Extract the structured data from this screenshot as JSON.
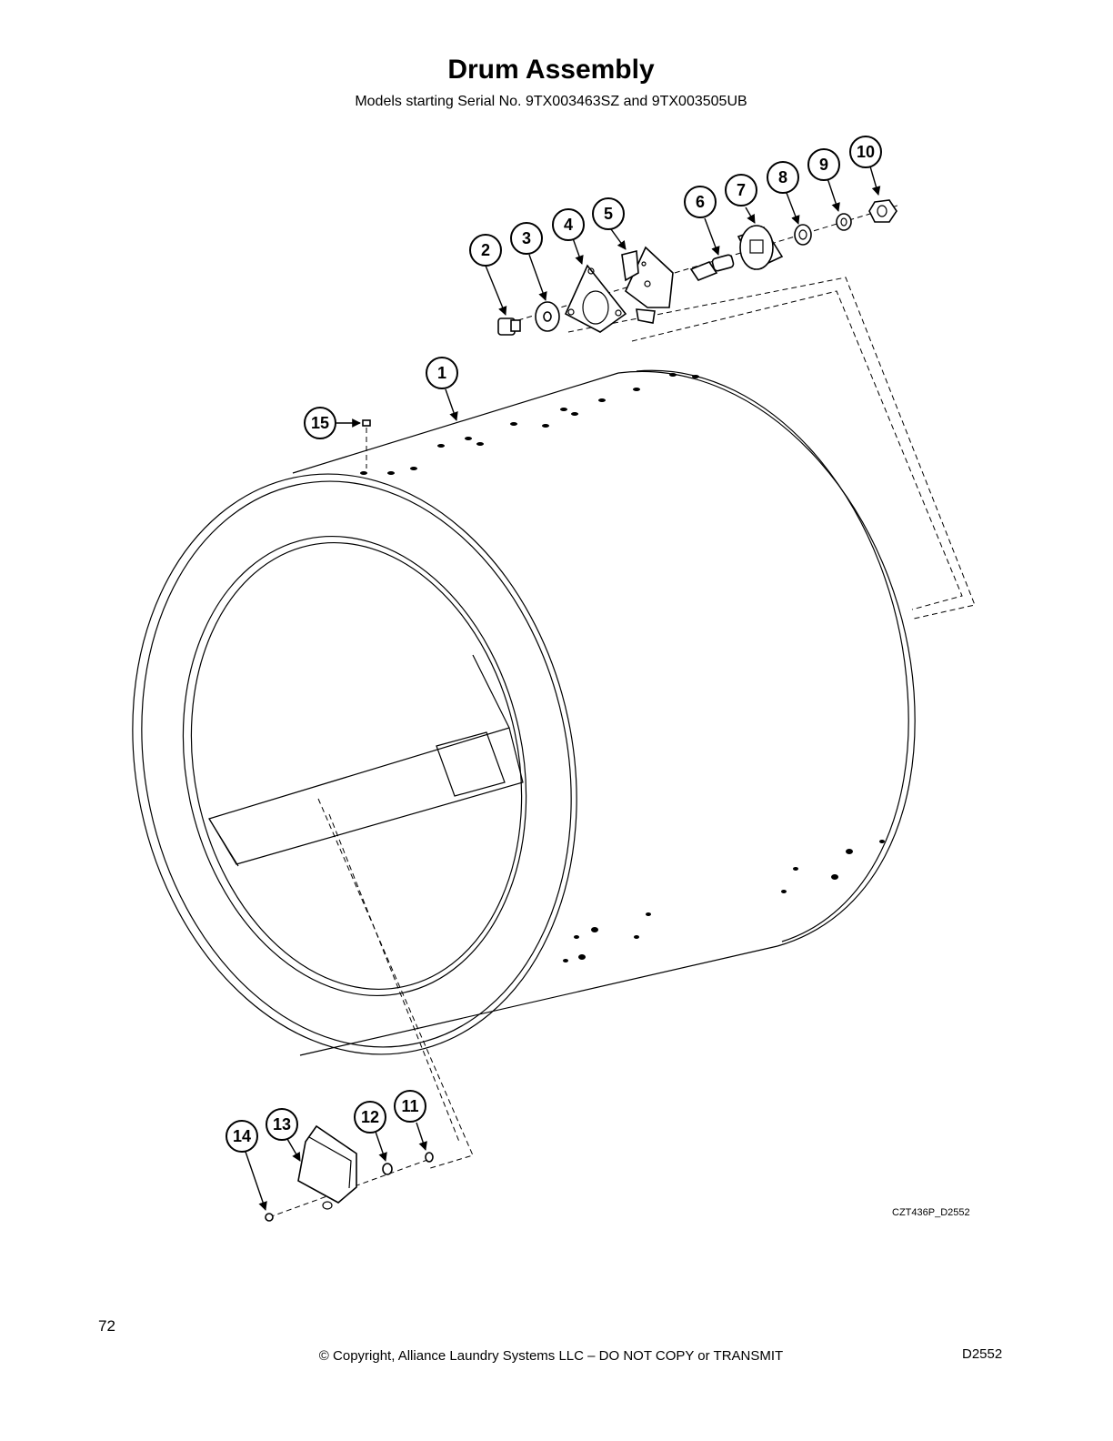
{
  "header": {
    "title": "Drum Assembly",
    "subtitle": "Models starting Serial No. 9TX003463SZ and 9TX003505UB"
  },
  "callouts": [
    "1",
    "2",
    "3",
    "4",
    "5",
    "6",
    "7",
    "8",
    "9",
    "10",
    "11",
    "12",
    "13",
    "14",
    "15"
  ],
  "drawing_code": "CZT436P_D2552",
  "footer": {
    "page_number": "72",
    "copyright": "© Copyright, Alliance Laundry Systems LLC – DO NOT COPY or TRANSMIT",
    "doc_code": "D2552"
  }
}
